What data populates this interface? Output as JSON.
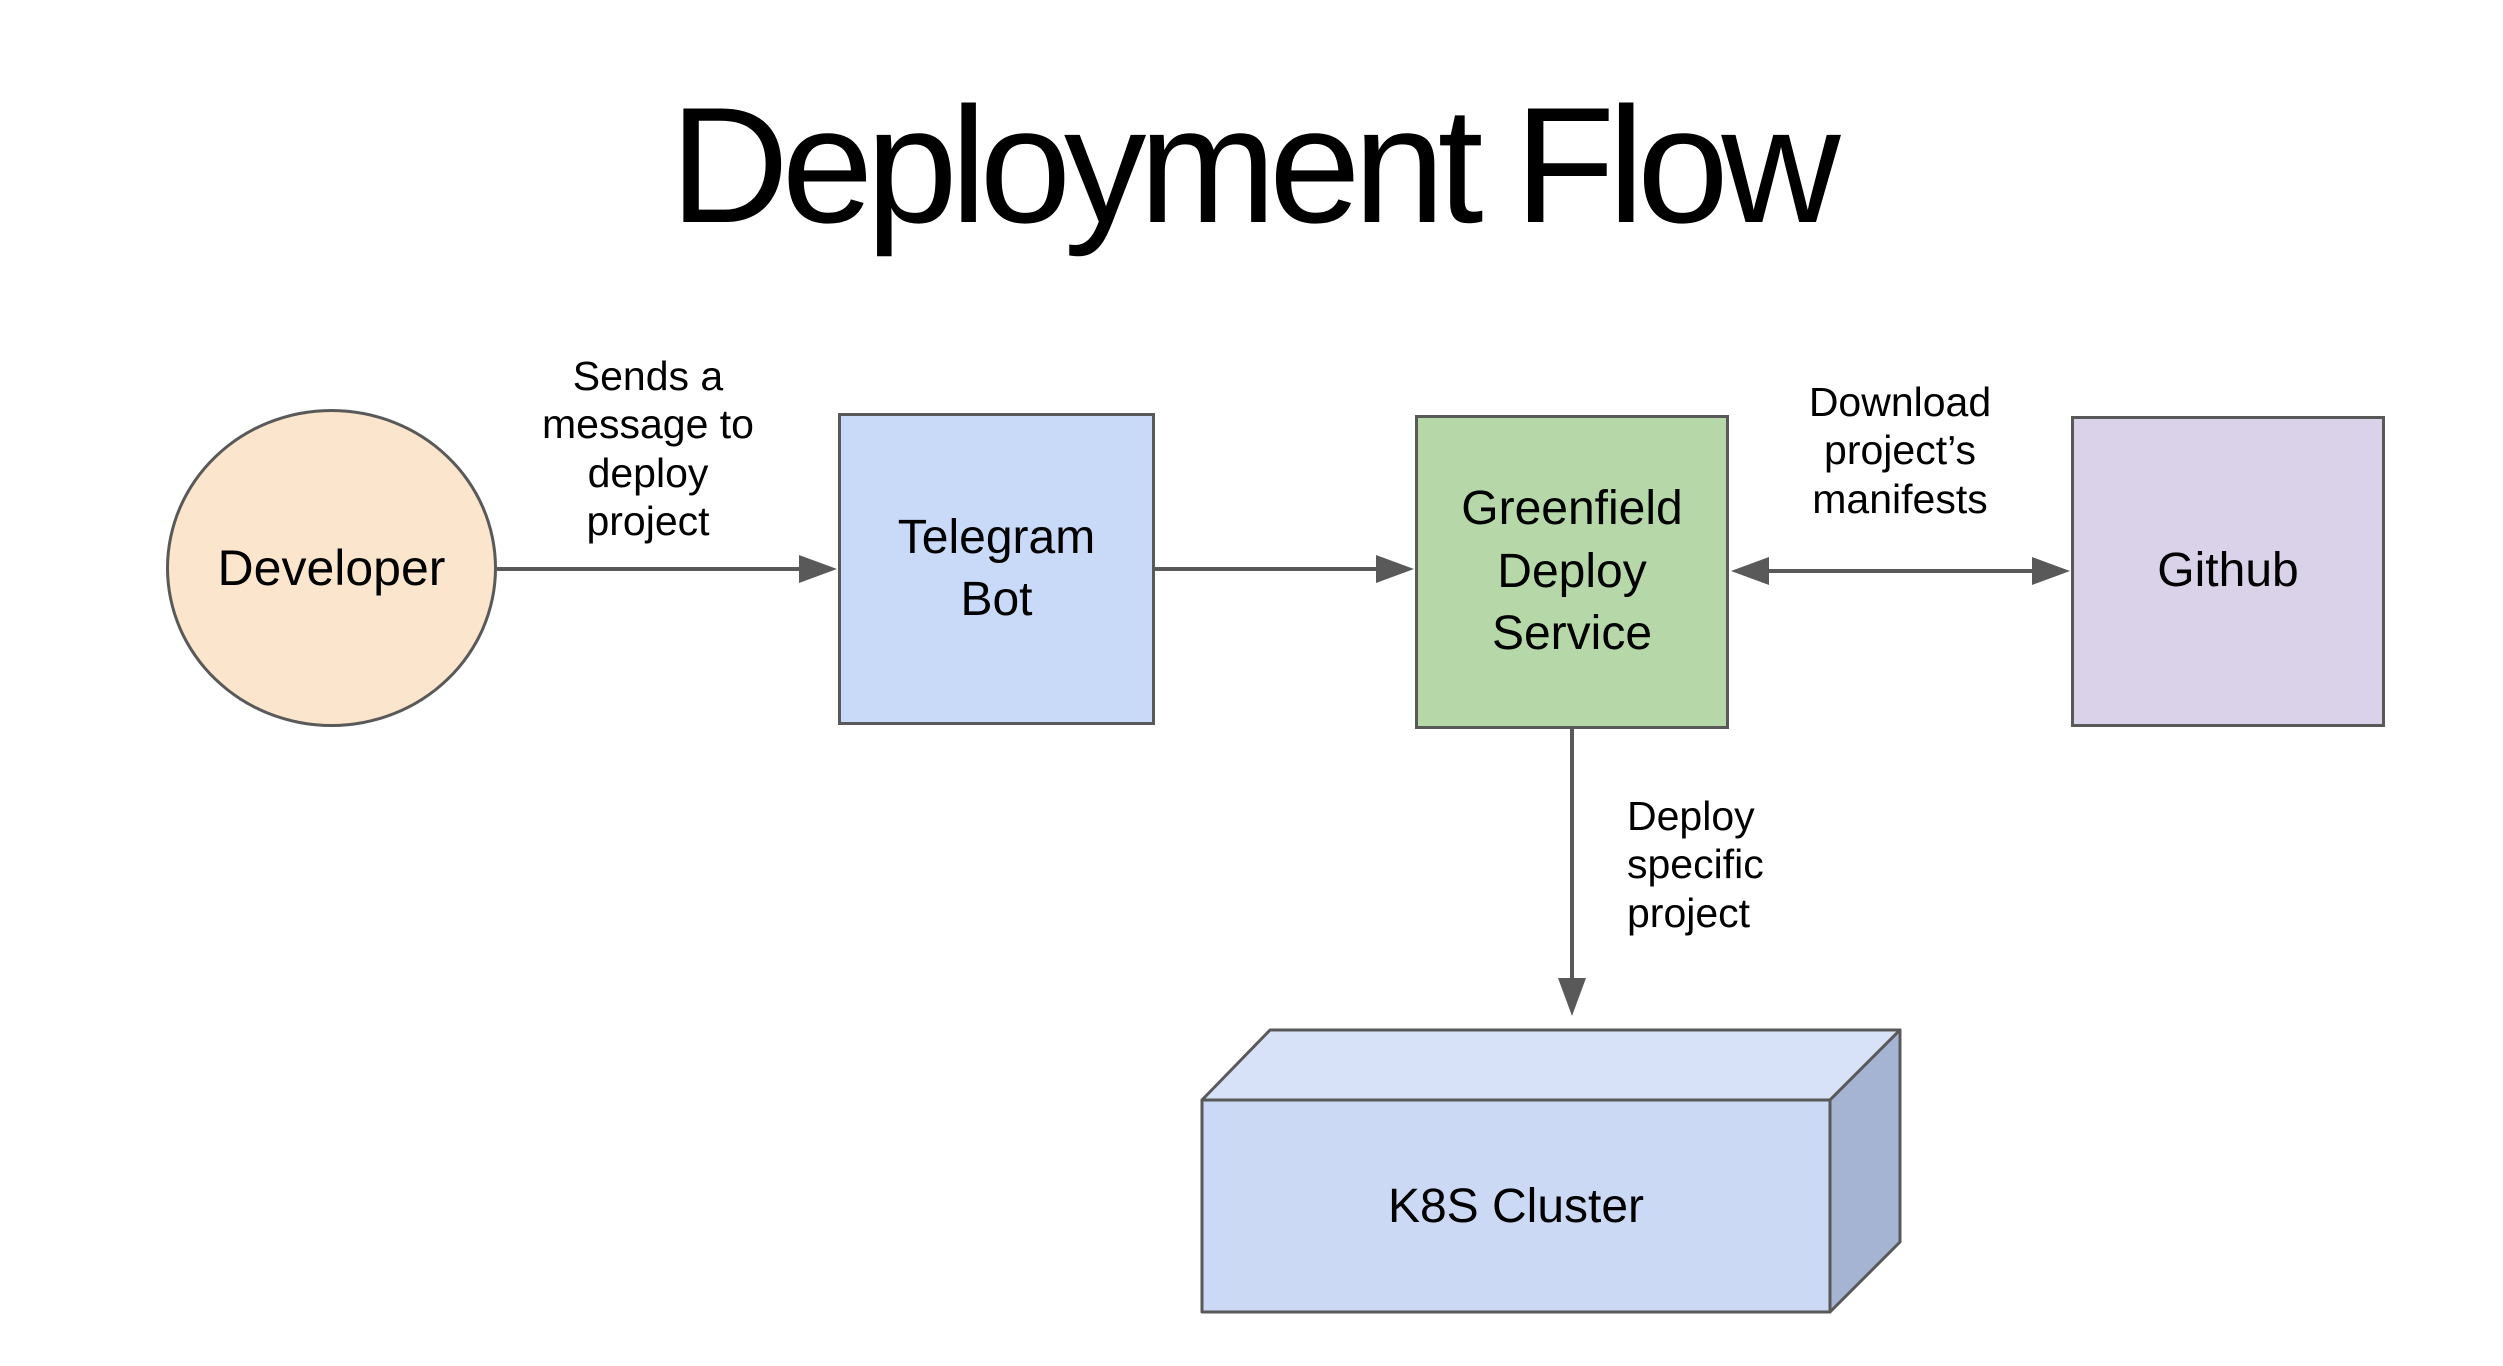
{
  "diagram": {
    "title": "Deployment Flow",
    "background": "#ffffff",
    "stroke_color": "#595959",
    "text_color": "#000000",
    "nodes": {
      "developer": {
        "label": "Developer",
        "shape": "ellipse",
        "fill": "#fce5cd"
      },
      "telegram_bot": {
        "label": "Telegram\nBot",
        "shape": "rectangle",
        "fill": "#c9daf8"
      },
      "greenfield_deploy_service": {
        "label": "Greenfield\nDeploy\nService",
        "shape": "rectangle",
        "fill": "#b6d7a8"
      },
      "github": {
        "label": "Github",
        "shape": "rectangle",
        "fill": "#d9d2e9"
      },
      "k8s_cluster": {
        "label": "K8S Cluster",
        "shape": "cube-3d",
        "fill_front": "#cbd9f4",
        "fill_top": "#d7e2f9",
        "fill_side": "#a6b4d4"
      }
    },
    "edges": {
      "developer_to_telegram": {
        "from": "developer",
        "to": "telegram_bot",
        "label": "Sends a\nmessage to\ndeploy\nproject",
        "arrow": "single-right"
      },
      "telegram_to_greenfield": {
        "from": "telegram_bot",
        "to": "greenfield_deploy_service",
        "label": "",
        "arrow": "single-right"
      },
      "greenfield_github": {
        "from": "greenfield_deploy_service",
        "to": "github",
        "label": "Download\nproject’s\nmanifests",
        "arrow": "double"
      },
      "greenfield_to_k8s": {
        "from": "greenfield_deploy_service",
        "to": "k8s_cluster",
        "label": "Deploy\nspecific\nproject",
        "arrow": "single-down"
      }
    }
  }
}
